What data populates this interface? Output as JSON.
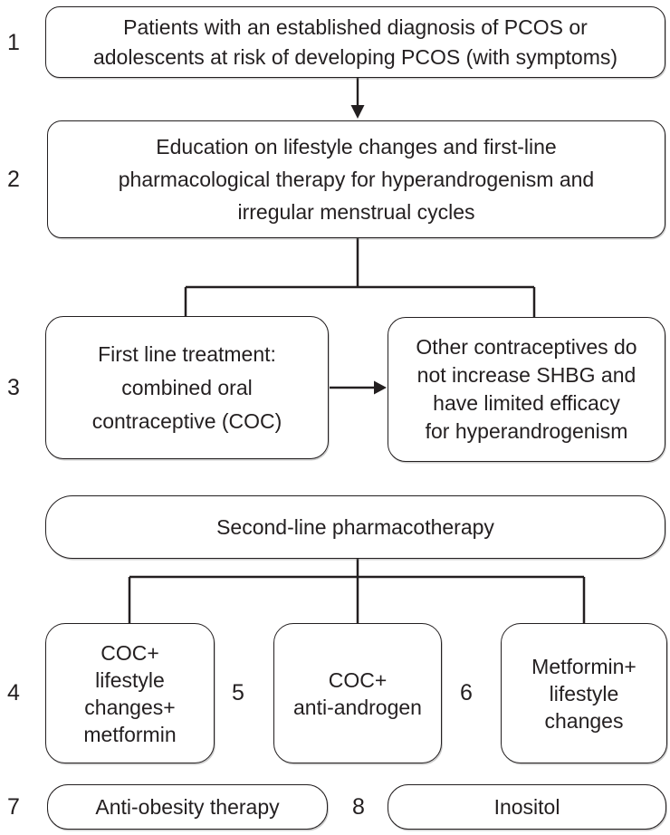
{
  "diagram": {
    "description": "PCOS treatment flowchart",
    "colors": {
      "background": "#ffffff",
      "line": "#231f20",
      "text": "#231f20"
    },
    "nodes": {
      "patients": {
        "number": "1",
        "text": "Patients with an established diagnosis of PCOS or\nadolescents at risk of developing PCOS (with symptoms)"
      },
      "education": {
        "number": "2",
        "text": "Education on lifestyle changes and first-line\npharmacological therapy for hyperandrogenism and\nirregular menstrual cycles"
      },
      "first_line": {
        "number": "3",
        "text": "First line treatment:\ncombined oral\ncontraceptive (COC)"
      },
      "other_contraceptives": {
        "text": "Other contraceptives do\nnot increase SHBG and\nhave limited efficacy\nfor hyperandrogenism"
      },
      "second_line": {
        "text": "Second-line pharmacotherapy"
      },
      "coc_lifestyle_metformin": {
        "number": "4",
        "text": "COC+\nlifestyle\nchanges+\nmetformin"
      },
      "coc_antiandrogen": {
        "number": "5",
        "text": "COC+\nanti-androgen"
      },
      "metformin_lifestyle": {
        "number": "6",
        "text": "Metformin+\nlifestyle\nchanges"
      },
      "anti_obesity": {
        "number": "7",
        "text": "Anti-obesity therapy"
      },
      "inositol": {
        "number": "8",
        "text": "Inositol"
      }
    }
  }
}
